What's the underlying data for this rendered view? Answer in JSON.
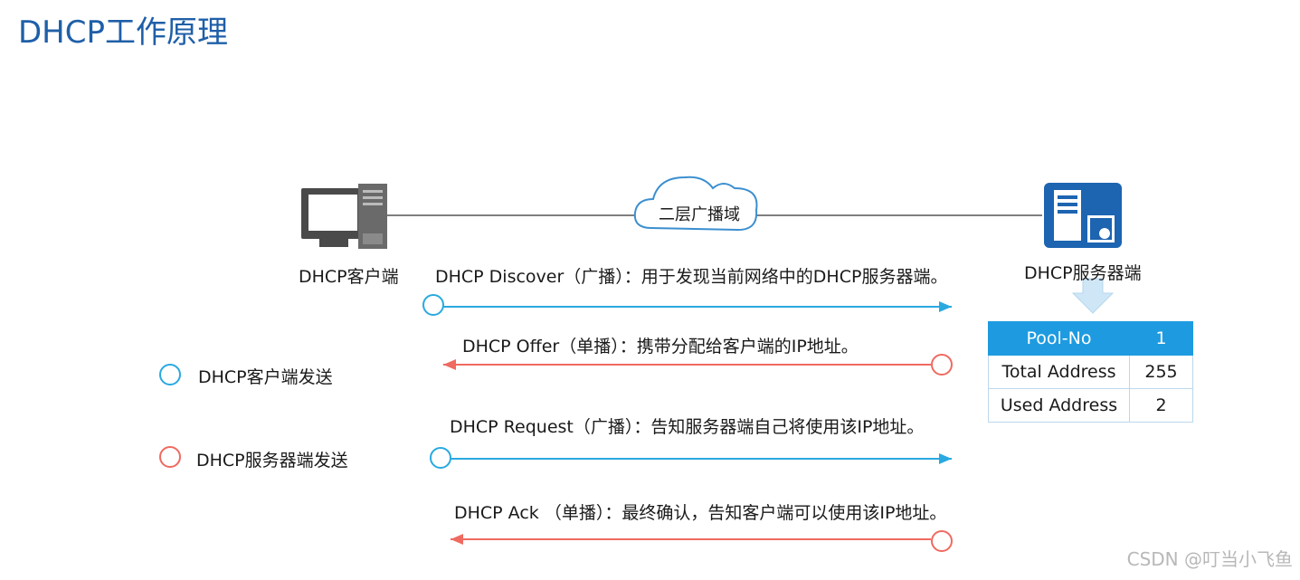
{
  "title": "DHCP工作原理",
  "client": {
    "label": "DHCP客户端"
  },
  "server": {
    "label": "DHCP服务器端"
  },
  "cloud": {
    "label": "二层广播域"
  },
  "legend": {
    "client_send": "DHCP客户端发送",
    "server_send": "DHCP服务器端发送"
  },
  "messages": [
    {
      "text": "DHCP Discover（广播）：用于发现当前网络中的DHCP服务器端。",
      "direction": "client-to-server"
    },
    {
      "text": "DHCP Offer（单播）：携带分配给客户端的IP地址。",
      "direction": "server-to-client"
    },
    {
      "text": "DHCP Request（广播）：告知服务器端自己将使用该IP地址。",
      "direction": "client-to-server"
    },
    {
      "text": "DHCP Ack （单播）：最终确认，告知客户端可以使用该IP地址。",
      "direction": "server-to-client"
    }
  ],
  "pool_table": {
    "rows": [
      {
        "key": "Pool-No",
        "value": "1"
      },
      {
        "key": "Total Address",
        "value": "255"
      },
      {
        "key": "Used Address",
        "value": "2"
      }
    ]
  },
  "watermark": "CSDN @叮当小飞鱼",
  "colors": {
    "title": "#1f5fa8",
    "client_arrow": "#29a9e0",
    "server_arrow": "#ef6a60",
    "table_header": "#1e9be0"
  }
}
